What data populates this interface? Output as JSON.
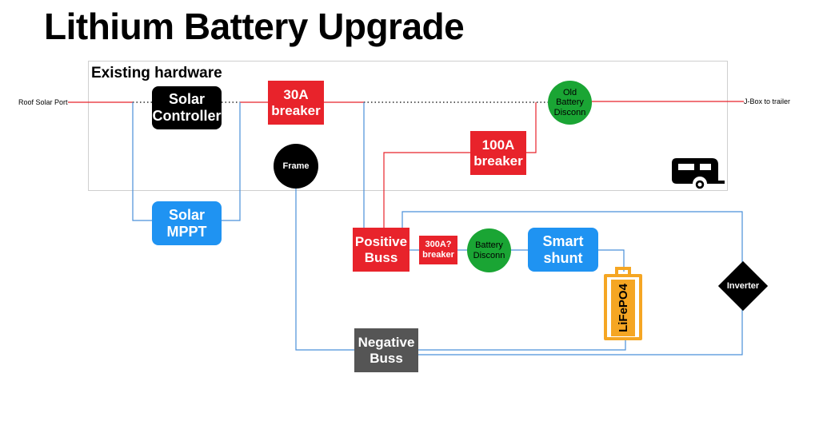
{
  "title": "Lithium Battery Upgrade",
  "colors": {
    "positive_wire": "#e8232b",
    "negative_wire": "#4a90d9",
    "red_component": "#e8232b",
    "blue_component": "#1f93f2",
    "green_disconnect": "#1aa534",
    "battery_orange": "#f5a623",
    "negative_buss": "#555555",
    "black_component": "#000000"
  },
  "group": {
    "label": "Existing hardware"
  },
  "external": {
    "roof_solar_port": "Roof Solar Port",
    "jbox": "J-Box to trailer"
  },
  "nodes": {
    "solar_controller": {
      "line1": "Solar",
      "line2": "Controller"
    },
    "breaker_30a": {
      "line1": "30A",
      "line2": "breaker"
    },
    "old_battery_disconn": {
      "line1": "Old",
      "line2": "Battery",
      "line3": "Disconn"
    },
    "breaker_100a": {
      "line1": "100A",
      "line2": "breaker"
    },
    "frame": {
      "label": "Frame"
    },
    "solar_mppt": {
      "line1": "Solar",
      "line2": "MPPT"
    },
    "positive_buss": {
      "line1": "Positive",
      "line2": "Buss"
    },
    "breaker_300a": {
      "line1": "300A?",
      "line2": "breaker"
    },
    "battery_disconn": {
      "line1": "Battery",
      "line2": "Disconn"
    },
    "smart_shunt": {
      "line1": "Smart",
      "line2": "shunt"
    },
    "battery": {
      "label": "LiFePO4"
    },
    "inverter": {
      "label": "Inverter"
    },
    "negative_buss": {
      "line1": "Negative",
      "line2": "Buss"
    }
  },
  "icons": {
    "trailer": "trailer-icon"
  }
}
